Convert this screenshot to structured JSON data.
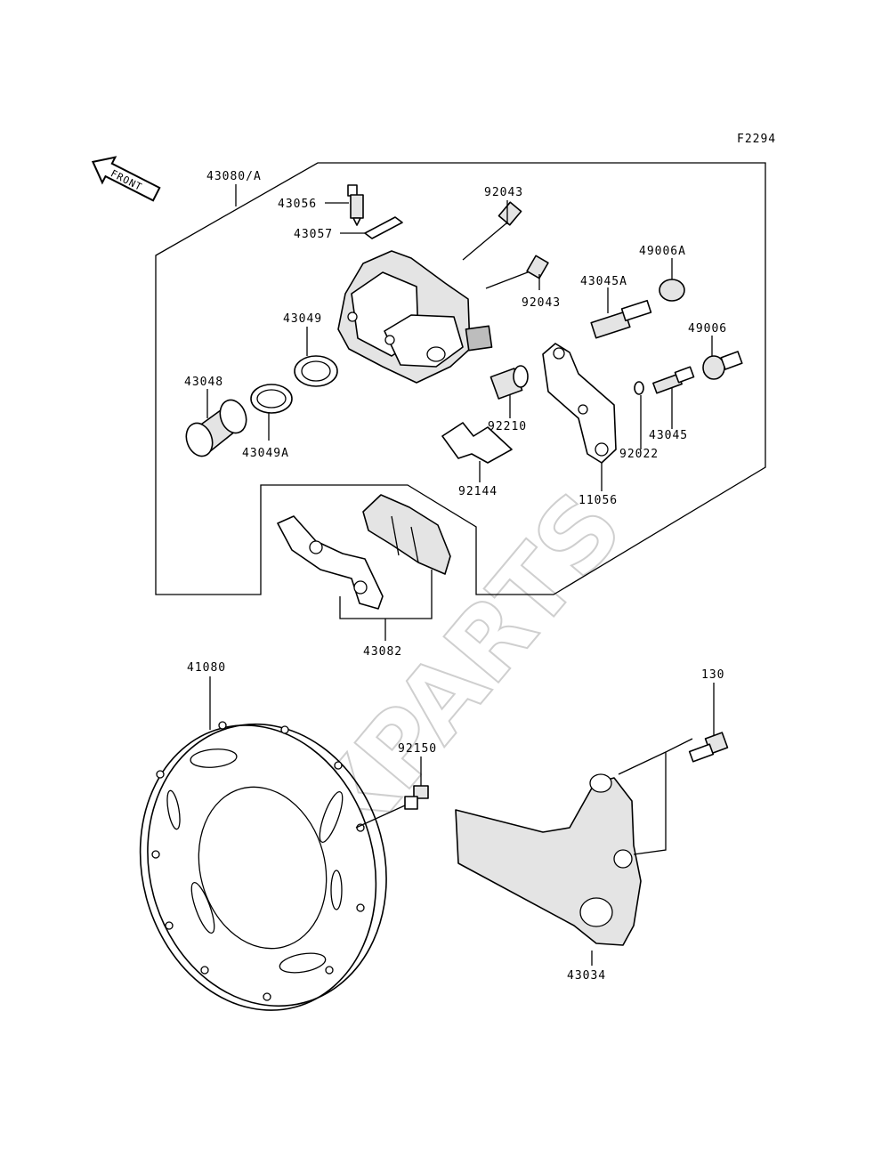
{
  "diagram": {
    "figure_code": "F2294",
    "direction_marker": "FRONT",
    "watermark": "XPARTS",
    "part_labels": {
      "caliper_assembly": "43080/A",
      "bleed_valve": "43056",
      "valve_cap": "43057",
      "pin_upper": "92043",
      "pin_lower": "92043",
      "boot_a": "49006A",
      "pin_45a": "43045A",
      "seal_49": "43049",
      "boot_49006": "49006",
      "piston": "43048",
      "seal_49a": "43049A",
      "sleeve": "92210",
      "pin_43045": "43045",
      "circlip": "92022",
      "spring": "92144",
      "bracket": "11056",
      "pads": "43082",
      "disc": "41080",
      "disc_bolt": "92150",
      "bracket_bolt": "130",
      "caliper_bracket": "43034"
    }
  }
}
